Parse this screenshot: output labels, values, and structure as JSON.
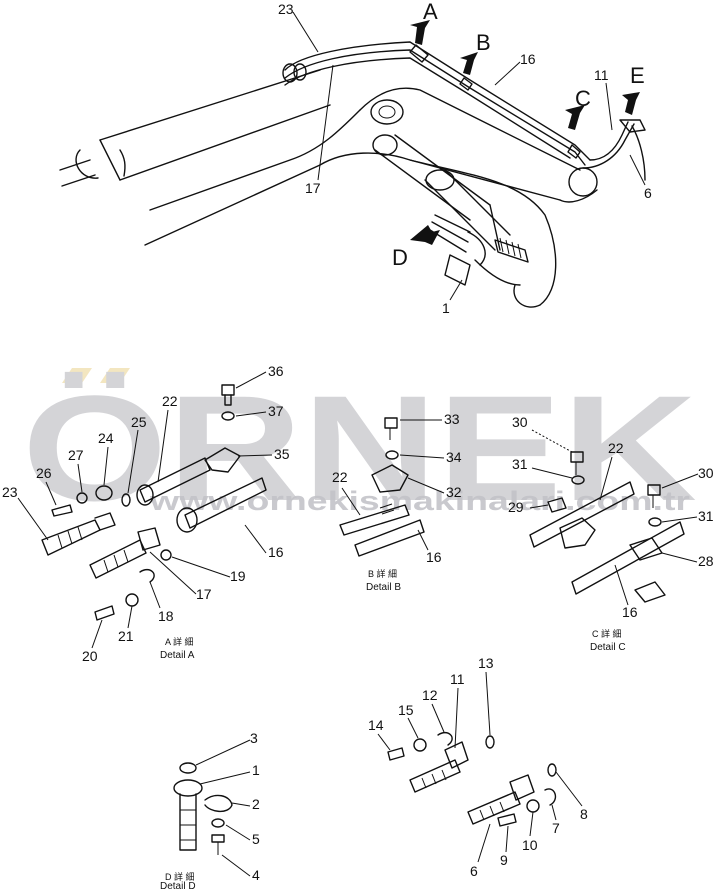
{
  "watermark": {
    "brand": "ÖRNEK",
    "site": "www.ornekismakinalari.com.tr",
    "color": "#c9c9cd",
    "accent": "#f2e3b8"
  },
  "detail_labels": {
    "a_jp": "A 詳 細",
    "a_en": "Detail A",
    "b_jp": "B 詳 細",
    "b_en": "Detail B",
    "c_jp": "C 詳 細",
    "c_en": "Detail C",
    "d_jp": "D 詳 細",
    "d_en": "Detail D"
  },
  "arrows": [
    "A",
    "B",
    "C",
    "D",
    "E"
  ],
  "callouts": {
    "main": [
      "23",
      "16",
      "11",
      "6",
      "17",
      "1"
    ],
    "detail_a": [
      "36",
      "37",
      "22",
      "24",
      "25",
      "27",
      "26",
      "35",
      "23",
      "16",
      "19",
      "17",
      "18",
      "21",
      "20"
    ],
    "detail_b": [
      "33",
      "34",
      "22",
      "32",
      "16"
    ],
    "detail_c": [
      "30",
      "22",
      "31",
      "29",
      "30",
      "31",
      "28",
      "16"
    ],
    "detail_d": [
      "3",
      "1",
      "2",
      "5",
      "4"
    ],
    "detail_e": [
      "13",
      "11",
      "12",
      "15",
      "14",
      "8",
      "7",
      "6",
      "9",
      "10"
    ]
  }
}
